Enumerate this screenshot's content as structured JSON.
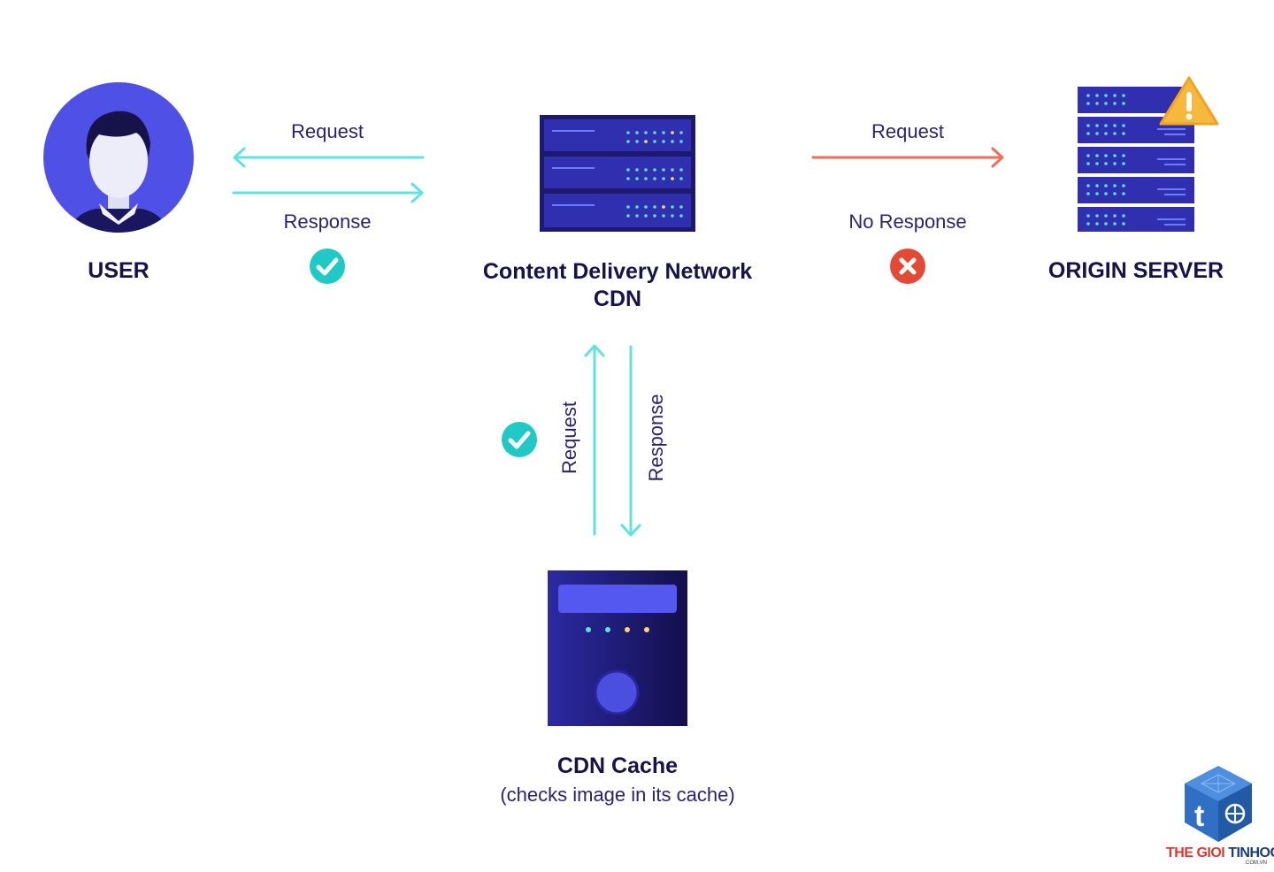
{
  "user": {
    "label": "USER"
  },
  "user_cdn": {
    "request_label": "Request",
    "response_label": "Response"
  },
  "cdn": {
    "line1": "Content Delivery Network",
    "line2": "CDN"
  },
  "cdn_origin": {
    "request_label": "Request",
    "response_label": "No Response"
  },
  "origin": {
    "label": "ORIGIN SERVER"
  },
  "cdn_cache_link": {
    "request_label": "Request",
    "response_label": "Response"
  },
  "cache": {
    "label": "CDN Cache",
    "subtitle": "(checks image in its cache)"
  },
  "watermark": {
    "brand_part1": "THE GIOI",
    "brand_part2": "TINHOC",
    "domain": ".COM.VN"
  },
  "colors": {
    "primary": "#4f51e6",
    "navy": "#16124a",
    "teal_arrow": "#5fe3dd",
    "success": "#1fc9c5",
    "error": "#e24a35",
    "warn": "#f6b93b",
    "request_out": "#f26d57"
  }
}
